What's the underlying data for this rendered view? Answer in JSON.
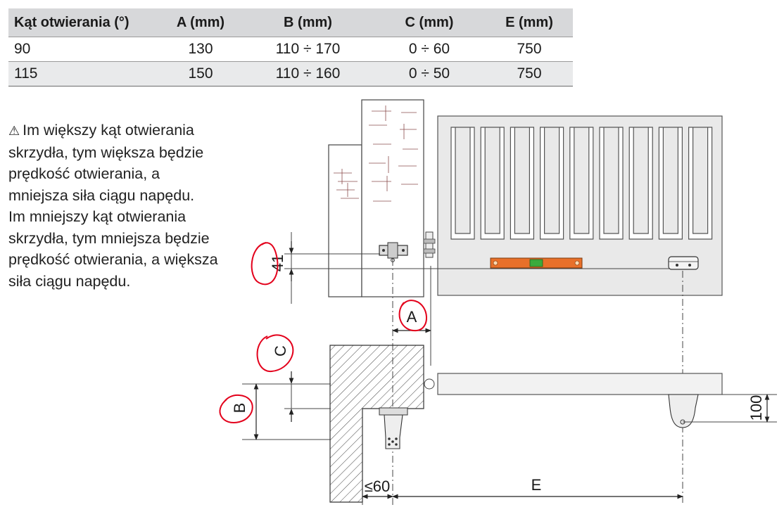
{
  "table": {
    "headers": [
      "Kąt otwierania (°)",
      "A (mm)",
      "B (mm)",
      "C (mm)",
      "E (mm)"
    ],
    "rows": [
      [
        "90",
        "130",
        "110 ÷ 170",
        "0 ÷ 60",
        "750"
      ],
      [
        "115",
        "150",
        "110 ÷ 160",
        "0 ÷ 50",
        "750"
      ]
    ]
  },
  "note": {
    "icon": "warning-triangle-icon",
    "line1": "Im większy kąt otwierania skrzydła, tym większa będzie prędkość otwierania, a mniejsza siła ciągu napędu.",
    "line2": "Im mniejszy kąt otwierania skrzydła, tym mniejsza będzie prędkość otwierania, a większa siła ciągu napędu."
  },
  "diagram": {
    "labels": {
      "dim_41": "41",
      "dim_a": "A",
      "dim_c": "C",
      "dim_b": "B",
      "dim_100": "100",
      "dim_le60": "≤60",
      "dim_e": "E"
    },
    "colors": {
      "annotation": "#e3001b",
      "level": "#e8702a",
      "level_vial": "#3caa3c",
      "line": "#333333",
      "panel": "#ececec"
    }
  }
}
